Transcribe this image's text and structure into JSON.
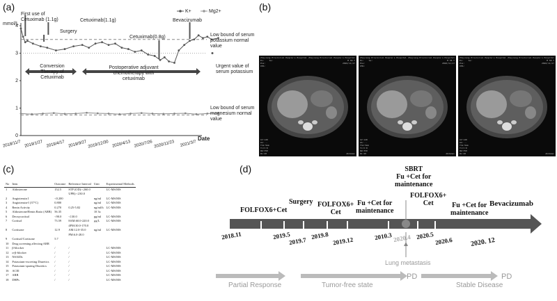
{
  "panels": {
    "a": "(a)",
    "b": "(b)",
    "c": "(c)",
    "d": "(d)"
  },
  "panel_a": {
    "ylabel": "mmol/L",
    "xlabel": "Date",
    "legend": [
      "K+",
      "Mg2+"
    ],
    "yticks": [
      "4",
      "3",
      "2",
      "1",
      "0"
    ],
    "xticks": [
      "2018/11/7",
      "2019/1/27",
      "2019/4/17",
      "2019/9/27",
      "2019/12/30",
      "2020/4/13",
      "2020/7/26",
      "2020/11/23",
      "2021/3/7"
    ],
    "events": {
      "first_use": "First use of Cetuximab (1.1g)",
      "surgery": "Surgery",
      "cet1": "Cetuximab(1.1g)",
      "cet2": "Cetuximab(0.8g)",
      "bev": "Bevacizumab"
    },
    "phases": {
      "conversion": "Conversion Therapy of Cetuximab",
      "adjuvant": "Postoperative adjuvant chemotherapy with cetuximab"
    },
    "notes": {
      "k_low": "Low bound of serum potassium normal value",
      "urgent": "Urgent value of serum potassium",
      "mg_low": "Low bound of serum magnesium normal value"
    }
  },
  "chart_data": {
    "type": "line",
    "ylabel": "mmol/L",
    "xlabel": "Date",
    "ylim": [
      0,
      4
    ],
    "x_ticks": [
      "2018/11/7",
      "2019/1/27",
      "2019/4/17",
      "2019/9/27",
      "2019/12/30",
      "2020/4/13",
      "2020/7/26",
      "2020/11/23",
      "2021/3/7"
    ],
    "reference_lines": {
      "potassium_low": 3.5,
      "potassium_urgent": 3.0,
      "magnesium_low": 0.75
    },
    "series": [
      {
        "name": "K+",
        "x": [
          0,
          0.1,
          0.2,
          0.3,
          0.55,
          0.9,
          1.2,
          1.6,
          2.0,
          2.4,
          2.8,
          3.1,
          3.4,
          3.7,
          4.0,
          4.3,
          4.6,
          4.9,
          5.2,
          5.5,
          5.8,
          6.1,
          6.35,
          6.55,
          6.75,
          7.0,
          7.2,
          7.45,
          7.7,
          7.9,
          8.1,
          8.3,
          8.5,
          8.7,
          9.0
        ],
        "values": [
          3.9,
          3.6,
          3.4,
          3.45,
          3.35,
          3.25,
          3.2,
          3.1,
          3.15,
          3.25,
          3.3,
          3.2,
          3.35,
          3.4,
          3.3,
          3.35,
          3.2,
          3.15,
          3.05,
          3.1,
          2.95,
          2.9,
          2.75,
          2.85,
          2.7,
          2.65,
          3.1,
          3.3,
          3.45,
          3.5,
          3.65,
          3.55,
          3.6,
          3.5,
          3.55
        ]
      },
      {
        "name": "Mg2+",
        "x": [
          0,
          0.5,
          1.0,
          1.5,
          2.0,
          2.5,
          3.0,
          3.5,
          4.0,
          4.5,
          5.0,
          5.5,
          6.0,
          6.5,
          7.0,
          7.5,
          8.0,
          8.5,
          9.0
        ],
        "values": [
          0.8,
          0.78,
          0.8,
          0.82,
          0.79,
          0.8,
          0.83,
          0.81,
          0.8,
          0.78,
          0.8,
          0.82,
          0.8,
          0.79,
          0.8,
          0.81,
          0.78,
          0.8,
          0.82
        ]
      }
    ]
  },
  "panel_b": {
    "images": [
      {
        "hdr_l": "Zhejiang Provincial People's Hospital\nEx:    Se:\nPos:\nIMA:\n\n\n",
        "hdr_r": "Zhejiang Provincial People's Hospital\nM 58 Y\n2020/11/17\n",
        "ftr_l": "kV:120\nmA:...\nThk:5mm\nTilt:0\nWW:350\nWL:40",
        "ftr_r": "Abdomen\n"
      },
      {
        "hdr_l": "Zhejiang Provincial People's Hospital\nEx:    Se:\nPos:\nIMA:\n\n\n",
        "hdr_r": "Zhejiang Provincial People's Hospital\nM 58 Y\n2020/11/17\n",
        "ftr_l": "kV:120\nmA:...\nThk:5mm\nTilt:0\nWW:350\nWL:40",
        "ftr_r": "Abdomen\n"
      },
      {
        "hdr_l": "Zhejiang Provincial People's Hospital\nEx:    Se:\nPos:\nIMA:\n\n\n",
        "hdr_r": "Zhejiang Provincial People's Hospital\nM 58 Y\n2020/11/17\n",
        "ftr_l": "kV:120\nmA:...\nThk:5mm\nTilt:0\nWW:350\nWL:40",
        "ftr_r": "Abdomen\n"
      }
    ]
  },
  "panel_c": {
    "headers": [
      "No",
      "Item",
      "Outcome",
      "Reference Interval",
      "Unit",
      "Experimental Methods"
    ],
    "rows": [
      [
        "1",
        "Aldosterone",
        "152.5",
        "STP (OD):<260.0\nUPR):<230.0",
        "",
        "LC-MS/MS"
      ],
      [
        "2",
        "Angiotensin I",
        "<0.200",
        "",
        "ng/ml",
        "LC-MS/MS"
      ],
      [
        "3",
        "Angiotensin-I (37°C)",
        "0.800",
        "",
        "ng/ml",
        "LC-MS/MS"
      ],
      [
        "4",
        "Renin Activity",
        "0.270",
        "0.25-5.82",
        "ng/ml/h",
        "LC-MS/MS"
      ],
      [
        "5",
        "Aldosterone/Renin Ratio (ARR)",
        "56.35",
        "",
        "10 3x",
        ""
      ],
      [
        "6",
        "Deoxycortisol",
        "<90.0",
        "<130.0",
        "pg/ml",
        "LC-MS/MS"
      ],
      [
        "7",
        "Cortisol",
        "73.59",
        "8AM:60.0-220.0\n4PM:30.0-170.0",
        "μg/L",
        "LC-MS/MS"
      ],
      [
        "8",
        "Cortisone",
        "12.9",
        "AM:12.0-35.0\nPM:6.0-28.0",
        "ng/ml",
        "LC-MS/MS"
      ],
      [
        "9",
        "Cortisol/Cortisone",
        "5.7",
        "",
        "",
        ""
      ],
      [
        "10",
        "Drug screening affecting ARR",
        "",
        "",
        "",
        ""
      ],
      [
        "11",
        "β-blocker",
        "/",
        "/",
        "",
        "LC-MS/MS"
      ],
      [
        "12",
        "α-β-blocker",
        "/",
        "/",
        "",
        "LC-MS/MS"
      ],
      [
        "13",
        "NSAIDs",
        "/",
        "/",
        "",
        "LC-MS/MS"
      ],
      [
        "14",
        "Potassium-excreting Diuretics",
        "/",
        "/",
        "",
        "LC-MS/MS"
      ],
      [
        "15",
        "Potassium-sparing Diuretics",
        "/",
        "/",
        "",
        "LC-MS/MS"
      ],
      [
        "16",
        "ACEI",
        "/",
        "/",
        "",
        "LC-MS/MS"
      ],
      [
        "17",
        "ARB",
        "/",
        "/",
        "",
        "LC-MS/MS"
      ],
      [
        "18",
        "DHPs",
        "/",
        "/",
        "",
        "LC-MS/MS"
      ]
    ]
  },
  "panel_d": {
    "treatments": {
      "t1": "FOLFOX6+Cet",
      "t2": "Surgery",
      "t3": "FOLFOX6+\nCet",
      "t4": "Fu +Cet for\nmaintenance",
      "t5": "SBRT\nFu +Cet for\nmaintenance",
      "t6": "FOLFOX6+\nCet",
      "t7": "Fu +Cet for\nmaintenance",
      "t8": "Bevacizumab"
    },
    "dates": [
      "2018.11",
      "2019.5",
      "2019.7",
      "2019.8",
      "2019.12",
      "2010.3",
      "2020.4",
      "2020.5",
      "2020.6",
      "2020. 12"
    ],
    "lung": "Lung metastasis",
    "outcomes": [
      "Partial Response",
      "Tumor-free state",
      "PD",
      "Stable Disease",
      "PD"
    ]
  }
}
